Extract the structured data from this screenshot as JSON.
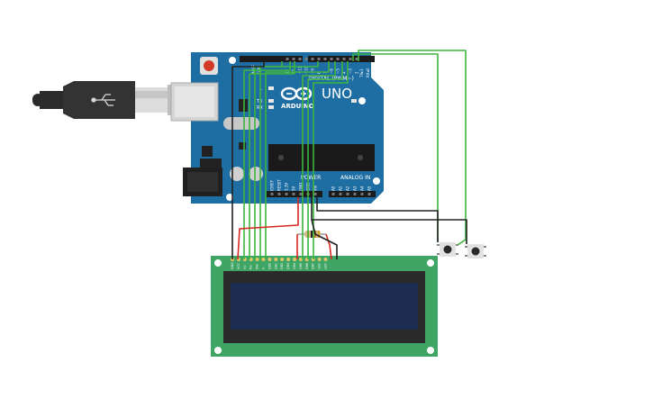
{
  "arduino": {
    "brand": "ARDUINO",
    "model": "UNO",
    "digital_label": "DIGITAL (PWM~)",
    "analog_label": "ANALOG IN",
    "power_label": "POWER",
    "on_label": "ON",
    "tx_label": "TX",
    "rx_label": "RX",
    "l_label": "L",
    "aref_label": "AREF",
    "gnd_label": "GND",
    "txd_label": "TX▸1",
    "rxd_label": "RX◂0",
    "digital_pins": [
      "13",
      "12",
      "~11",
      "~10",
      "~9",
      "8",
      "7",
      "~6",
      "~5",
      "4",
      "~3",
      "2"
    ],
    "power_pins": [
      "IOREF",
      "RESET",
      "3.3V",
      "5V",
      "GND",
      "GND",
      "Vin"
    ],
    "analog_pins": [
      "A0",
      "A1",
      "A2",
      "A3",
      "A4",
      "A5"
    ]
  },
  "lcd": {
    "pins": [
      "GND",
      "VCC",
      "V0",
      "RS",
      "RW",
      "E",
      "DB0",
      "DB1",
      "DB2",
      "DB3",
      "DB4",
      "DB5",
      "DB6",
      "DB7",
      "LED",
      "LED"
    ]
  },
  "colors": {
    "board": "#1f6ea3",
    "lcd_pcb": "#3fa564",
    "lcd_screen": "#1d2d52",
    "wire_green": "#3db53d",
    "wire_red": "#d6281f",
    "wire_black": "#222222"
  },
  "components": [
    "usb-cable",
    "arduino-uno",
    "lcd-16x2",
    "resistor",
    "pushbutton",
    "pushbutton"
  ]
}
